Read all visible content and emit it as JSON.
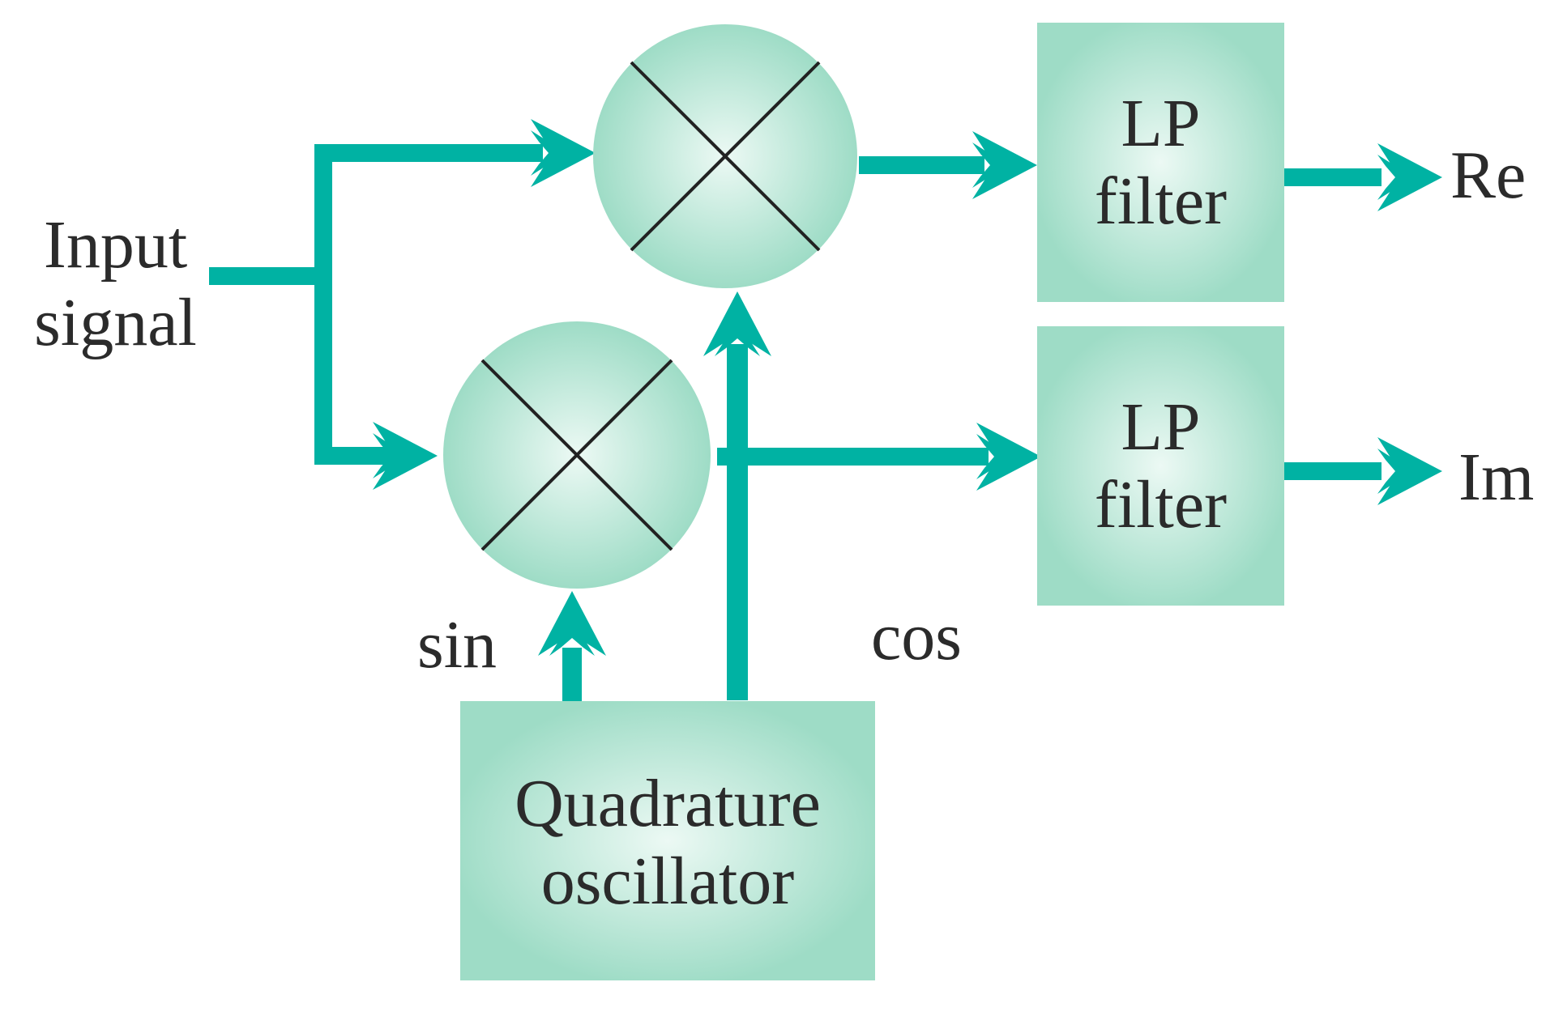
{
  "colors": {
    "connector": "#00B2A3",
    "block_center": "#ECF9F4",
    "block_edge": "#9EDCC6",
    "stroke": "#222222",
    "text": "#2b2b2b"
  },
  "input": {
    "line1": "Input",
    "line2": "signal"
  },
  "filters": {
    "re": {
      "line1": "LP",
      "line2": "filter"
    },
    "im": {
      "line1": "LP",
      "line2": "filter"
    }
  },
  "outputs": {
    "re": "Re",
    "im": "Im"
  },
  "oscillator": {
    "line1": "Quadrature",
    "line2": "oscillator"
  },
  "signals": {
    "sin": "sin",
    "cos": "cos"
  },
  "mixers": {
    "top_icon": "multiply-icon",
    "bottom_icon": "multiply-icon"
  }
}
